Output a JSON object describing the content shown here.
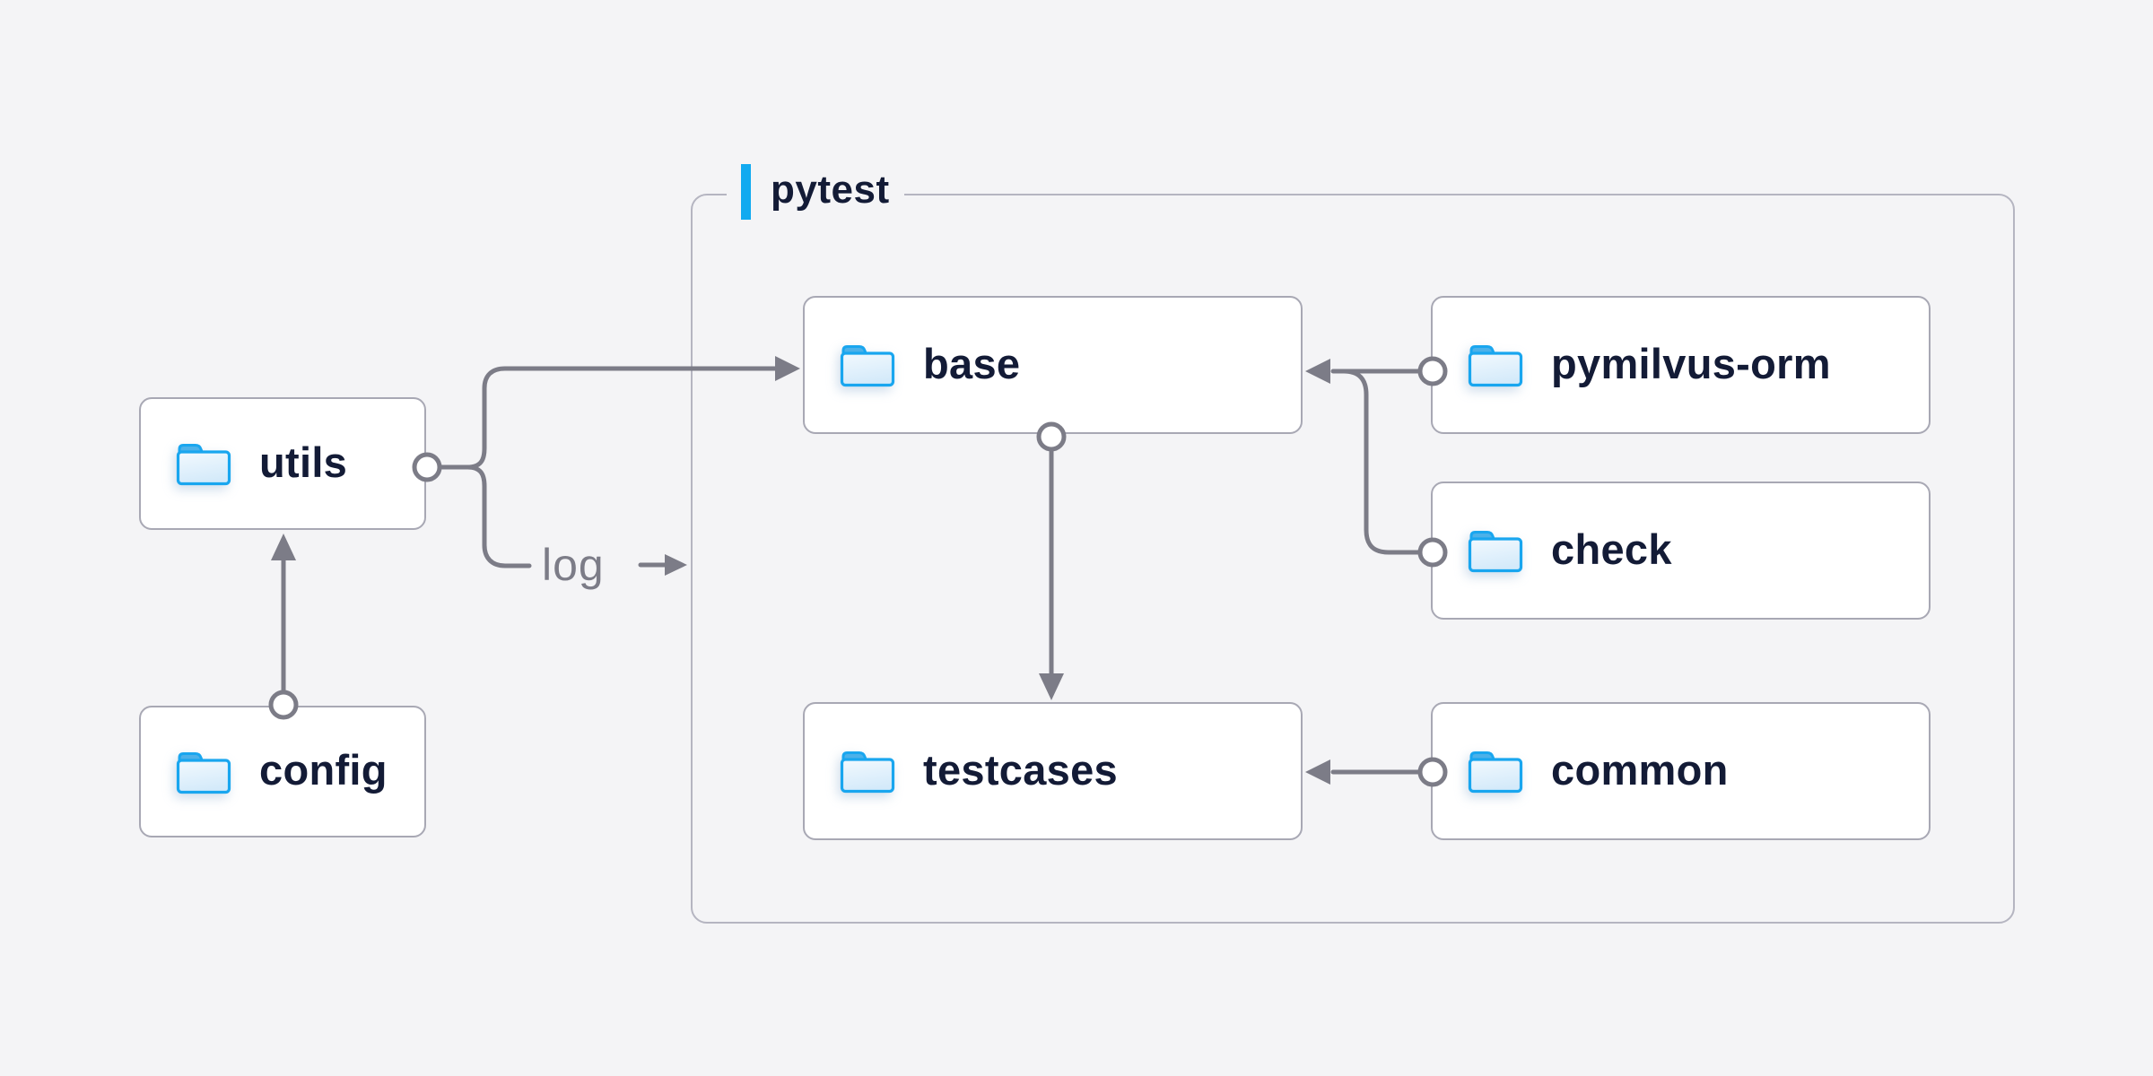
{
  "page": {
    "background": "#f4f4f6"
  },
  "group": {
    "label": "pytest"
  },
  "nodes": {
    "utils": {
      "label": "utils"
    },
    "config": {
      "label": "config"
    },
    "base": {
      "label": "base"
    },
    "pymilvus_orm": {
      "label": "pymilvus-orm"
    },
    "check": {
      "label": "check"
    },
    "testcases": {
      "label": "testcases"
    },
    "common": {
      "label": "common"
    }
  },
  "edge_labels": {
    "log": "log"
  },
  "edges": [
    {
      "from": "config",
      "to": "utils"
    },
    {
      "from": "utils",
      "to": "base"
    },
    {
      "from": "utils",
      "to": "pytest-group",
      "label": "log"
    },
    {
      "from": "pymilvus-orm",
      "to": "base"
    },
    {
      "from": "check",
      "to": "base"
    },
    {
      "from": "base",
      "to": "testcases"
    },
    {
      "from": "common",
      "to": "testcases"
    }
  ],
  "colors": {
    "background": "#f4f4f6",
    "connector": "#7c7c87",
    "node_border": "#a8a8b4",
    "group_border": "#b5b5c1",
    "label_text": "#131b36",
    "edge_label_text": "#7c7c87",
    "accent_blue": "#12aaf0",
    "folder_outline": "#19a6ef",
    "folder_tab": "#4cb1e9",
    "folder_body_light": "#f0f8fe",
    "folder_body_dark": "#d4eafa",
    "node_background": "#ffffff"
  }
}
